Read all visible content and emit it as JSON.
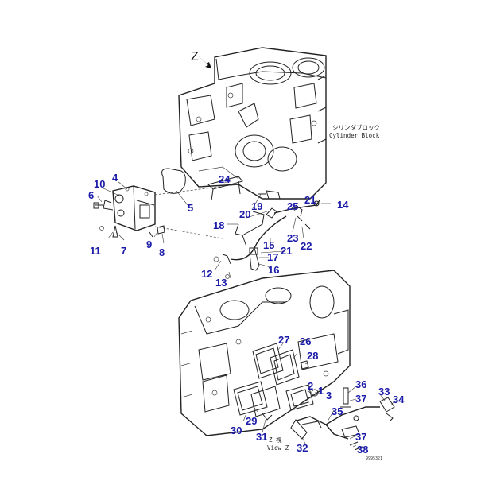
{
  "view_marker": "Z",
  "caption": {
    "block_jp": "シリンダブロック",
    "block_en": "Cylinder Block",
    "view_jp": "Z 視",
    "view_en": "View Z",
    "code": "9995321"
  },
  "callouts": [
    "1",
    "2",
    "3",
    "4",
    "5",
    "6",
    "7",
    "8",
    "9",
    "10",
    "11",
    "12",
    "13",
    "14",
    "15",
    "16",
    "17",
    "18",
    "19",
    "20",
    "21",
    "21",
    "22",
    "23",
    "24",
    "25",
    "26",
    "27",
    "28",
    "29",
    "30",
    "31",
    "32",
    "33",
    "34",
    "35",
    "36",
    "37",
    "37",
    "38"
  ]
}
